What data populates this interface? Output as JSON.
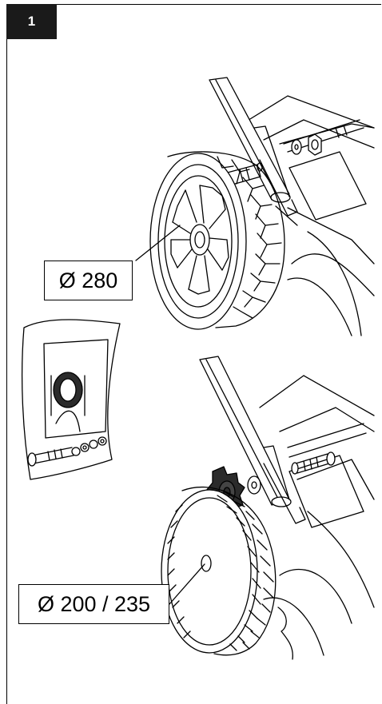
{
  "step_number": "1",
  "labels": {
    "top_wheel_diameter": "Ø 280",
    "bottom_wheel_diameter": "Ø 200 / 235"
  },
  "colors": {
    "line": "#000000",
    "badge_bg": "#1a1a1a",
    "dark_part": "#2b2b2b",
    "background": "#ffffff"
  }
}
